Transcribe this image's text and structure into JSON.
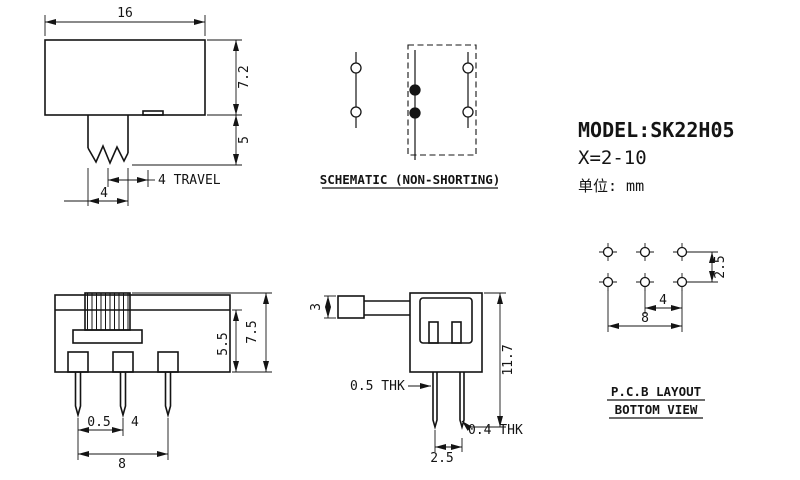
{
  "front_view": {
    "dim_width": "16",
    "dim_height": "7.2",
    "dim_stem_length": "5",
    "dim_travel": "4 TRAVEL",
    "dim_stem_width": "4"
  },
  "schematic": {
    "caption": "SCHEMATIC (NON-SHORTING)"
  },
  "info": {
    "model": "MODEL:SK22H05",
    "x_range": "X=2-10",
    "unit": "单位: mm"
  },
  "front_pins_view": {
    "dim_total_height": "7.5",
    "dim_body_height": "5.5",
    "dim_pin_width": "0.5",
    "dim_pin_pitch": "4",
    "dim_pin_span": "8"
  },
  "profile_view": {
    "dim_knob_height": "3",
    "dim_total_height": "11.7",
    "label_thk_cover": "0.5 THK",
    "dim_pin_pitch": "2.5",
    "label_thk_pin": "0.4 THK"
  },
  "pcb_layout": {
    "dim_row_pitch": "2.5",
    "dim_hole_pitch": "4",
    "dim_hole_span": "8",
    "caption_line1": "P.C.B LAYOUT",
    "caption_line2": "BOTTOM VIEW"
  }
}
